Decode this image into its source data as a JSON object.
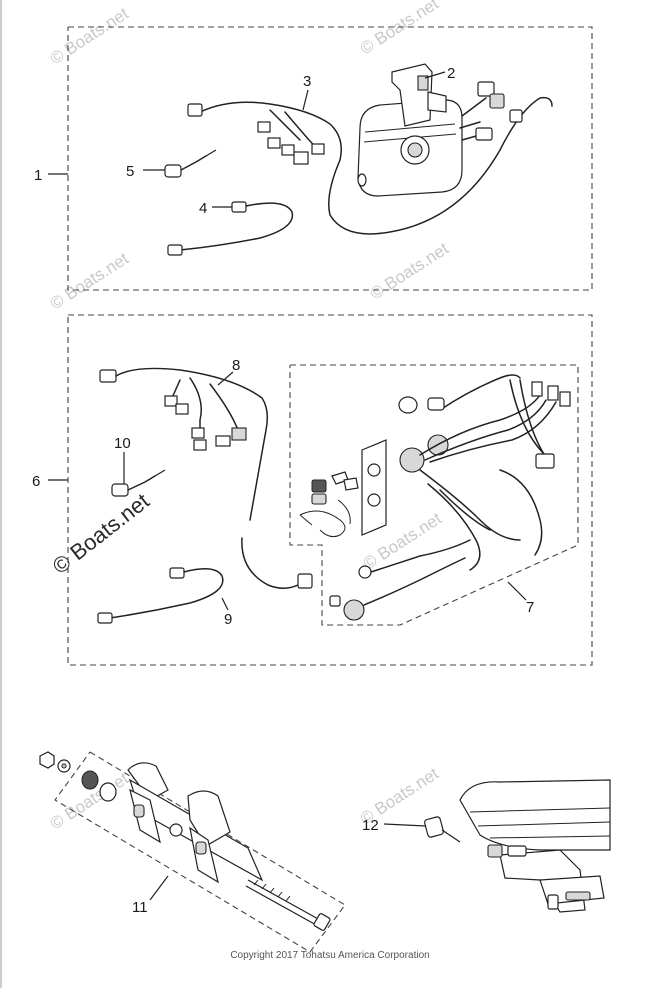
{
  "callouts": {
    "c1": "1",
    "c2": "2",
    "c3": "3",
    "c4": "4",
    "c5": "5",
    "c6": "6",
    "c7": "7",
    "c8": "8",
    "c9": "9",
    "c10": "10",
    "c11": "11",
    "c12": "12"
  },
  "watermark": {
    "text": "© Boats.net"
  },
  "copyright": "Copyright 2017 Tohatsu America Corporation"
}
